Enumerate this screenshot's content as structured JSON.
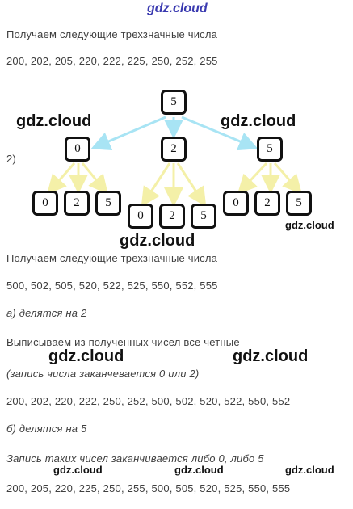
{
  "header": {
    "site": "gdz.cloud"
  },
  "section1": {
    "intro": "Получаем следующие трехзначные числа",
    "numbers": "200, 202, 205, 220, 222, 225, 250, 252, 255"
  },
  "tree": {
    "label": "2)",
    "root": "5",
    "level1": [
      "0",
      "2",
      "5"
    ],
    "leaves": [
      "0",
      "2",
      "5",
      "0",
      "2",
      "5",
      "0",
      "2",
      "5"
    ]
  },
  "watermarks": {
    "w1": "gdz.cloud",
    "w2": "gdz.cloud",
    "w3": "gdz.cloud",
    "w4": "gdz.cloud",
    "w5": "gdz.cloud",
    "w6": "gdz.cloud",
    "w7": "gdz.cloud",
    "w8": "gdz.cloud",
    "w9": "gdz.cloud"
  },
  "section2": {
    "intro": "Получаем следующие трехзначные числа",
    "numbers": "500, 502, 505, 520, 522, 525, 550, 552, 555"
  },
  "part_a": {
    "label": "а) делятся на 2",
    "instruction": "Выписываем из полученных чисел все четные",
    "note": "(запись числа заканчевается 0 или 2)",
    "numbers": "200, 202, 220, 222, 250, 252, 500, 502, 520, 522, 550, 552"
  },
  "part_b": {
    "label": "б) делятся на 5",
    "note": "Запись таких чисел заканчивается либо 0, либо 5",
    "numbers": "200, 205, 220, 225, 250, 255, 500, 505, 520, 525, 550, 555"
  },
  "colors": {
    "arrow_blue": "#a8e4f4",
    "arrow_yellow": "#f4f0a8",
    "header_blue": "#3a3ab0"
  }
}
